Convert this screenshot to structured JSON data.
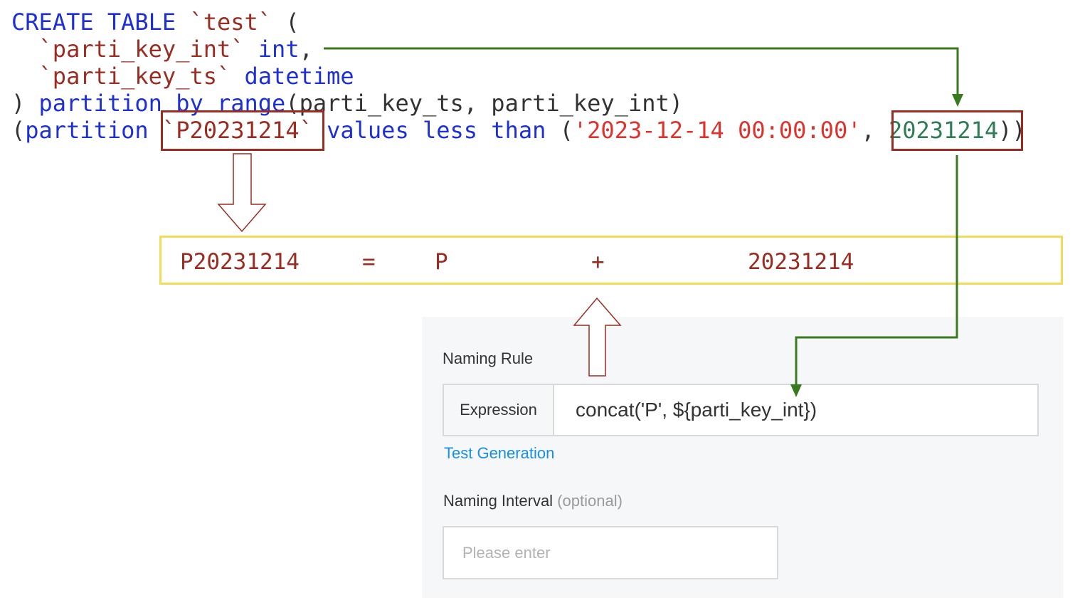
{
  "code": {
    "line1": {
      "kw1": "CREATE",
      "kw2": "TABLE",
      "table": "`test`",
      "paren": "("
    },
    "line2": {
      "col": "`parti_key_int`",
      "type": "int",
      "comma": ","
    },
    "line3": {
      "col": "`parti_key_ts`",
      "type": "datetime"
    },
    "line4": {
      "paren": ")",
      "kw1": "partition",
      "kw2": "by",
      "kw3": "range",
      "args": "(parti_key_ts, parti_key_int)"
    },
    "line5": {
      "paren_open": "(",
      "kw1": "partition",
      "name": "`P20231214`",
      "kw2": "values",
      "kw3": "less",
      "kw4": "than",
      "paren2": "(",
      "str": "'2023-12-14 00:00:00'",
      "comma": ",",
      "num": "20231214",
      "paren_close": "))"
    }
  },
  "formula": {
    "result": "P20231214",
    "equals": "=",
    "prefix": "P",
    "plus": "+",
    "suffix": "20231214"
  },
  "form": {
    "naming_rule_label": "Naming Rule",
    "expression_addon": "Expression",
    "expression_value": "concat('P', ${parti_key_int})",
    "test_generation_link": "Test Generation",
    "naming_interval_label": "Naming Interval",
    "naming_interval_optional": "(optional)",
    "naming_interval_placeholder": "Please enter"
  },
  "colors": {
    "keyword": "#1d2fd6",
    "identifier": "#9b2c22",
    "string": "#e0322c",
    "number": "#2f7d55",
    "arrow_green": "#3a7a1e",
    "highlight_yellow": "#f0dc5a",
    "link_blue": "#1890e0"
  }
}
